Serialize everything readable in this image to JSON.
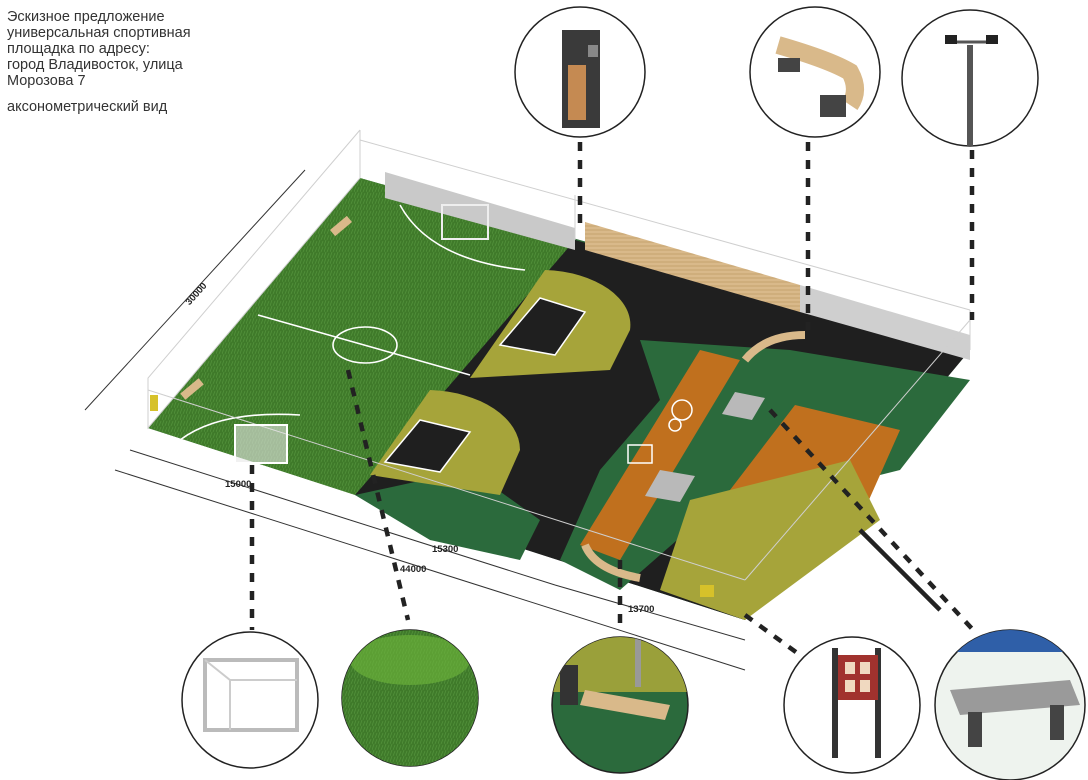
{
  "title": "Эскизное предложение\nуниверсальная спортивная\nплощадка по адресу:\nгород Владивосток, улица\nМорозова 7",
  "subtitle": "аксонометрический вид",
  "dimensions": {
    "width_total": "30000",
    "depth_left": "15000",
    "mid_span": "15300",
    "length_total": "44000",
    "right_span": "13700"
  },
  "colors": {
    "grass": "#3f7a2a",
    "court_dark": "#1f1f1f",
    "court_green": "#2b6a3c",
    "court_olive": "#a6a43a",
    "court_orange": "#c0701e",
    "fence": "#bdbdbd",
    "leader": "#222222"
  },
  "callouts": {
    "top": [
      "trash-bin",
      "curved-bench",
      "light-pole"
    ],
    "bottom": [
      "football-goal",
      "artificial-grass",
      "bench-with-bin",
      "info-board",
      "ping-pong-table"
    ]
  }
}
